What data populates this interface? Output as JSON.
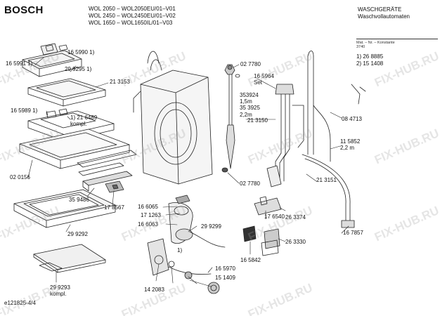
{
  "header": {
    "brand": "BOSCH",
    "models": [
      "WOL 2050 – WOL2050EU/01–V01",
      "WOL 2450 – WOL2450EU/01–V02",
      "WOL 1650  – WOL1650IL/01–V03"
    ],
    "category": "WASCHGERÄTE",
    "subcategory": "Waschvollautomaten"
  },
  "constants": {
    "header": "Mat. – Nr. – Konstante",
    "code": "3740",
    "values": [
      "1) 26 8885",
      "2)  15 1408"
    ]
  },
  "callouts": [
    {
      "id": "c1",
      "text": "16 5991 1)"
    },
    {
      "id": "c2",
      "text": "16 5990 1)"
    },
    {
      "id": "c3",
      "text": "29 9295 1)"
    },
    {
      "id": "c4",
      "text": "21 3153"
    },
    {
      "id": "c5",
      "text": "16 5989 1)"
    },
    {
      "id": "c6",
      "text": "1) 21 6489\nkompl."
    },
    {
      "id": "c7",
      "text": "02 0156"
    },
    {
      "id": "c8",
      "text": "35 9486"
    },
    {
      "id": "c9",
      "text": "17 8567"
    },
    {
      "id": "c10",
      "text": "29 9292"
    },
    {
      "id": "c11",
      "text": "29 9293\nkompl."
    },
    {
      "id": "c12",
      "text": "02 7780"
    },
    {
      "id": "c13",
      "text": "353924\n1,5m\n35 3925\n2,2m"
    },
    {
      "id": "c14",
      "text": "02 7780"
    },
    {
      "id": "c15",
      "text": "16 5964\nSet"
    },
    {
      "id": "c16",
      "text": "21 3150"
    },
    {
      "id": "c17",
      "text": "08 4713"
    },
    {
      "id": "c18",
      "text": "11 5852\n2,2 m"
    },
    {
      "id": "c19",
      "text": "21 3151"
    },
    {
      "id": "c20",
      "text": "16 6065"
    },
    {
      "id": "c21",
      "text": "17 1263"
    },
    {
      "id": "c22",
      "text": "16 6063"
    },
    {
      "id": "c23",
      "text": "29 9299"
    },
    {
      "id": "c24",
      "text": "17 6540"
    },
    {
      "id": "c25",
      "text": "26 3374"
    },
    {
      "id": "c26",
      "text": "16 7857"
    },
    {
      "id": "c27",
      "text": "26 3330"
    },
    {
      "id": "c28",
      "text": "16 5842"
    },
    {
      "id": "c29",
      "text": "16 5970"
    },
    {
      "id": "c30",
      "text": "15 1409"
    },
    {
      "id": "c31",
      "text": "14 2083"
    },
    {
      "id": "c32",
      "text": "1)"
    }
  ],
  "footer": {
    "doc_id": "e121825-4/4"
  },
  "watermark": "FIX-HUB.RU"
}
